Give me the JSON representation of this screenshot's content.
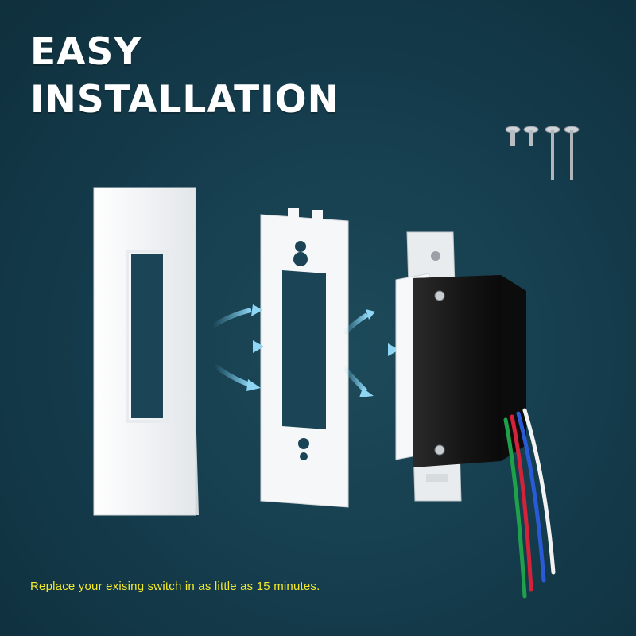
{
  "headline": {
    "line1": "EASY",
    "line2": "INSTALLATION"
  },
  "caption": "Replace your exising switch in as little as 15 minutes.",
  "colors": {
    "background": "#143b4b",
    "headline": "#ffffff",
    "caption": "#f2ea2a",
    "arrow": "#6ec6ea",
    "plate": "#f4f6f7",
    "switch_body": "#1a1a1a",
    "wire_green": "#1fa14a",
    "wire_red": "#d2233a",
    "wire_blue": "#2a5bd7",
    "wire_white": "#f2f2f2"
  },
  "illustration": {
    "parts": [
      "wall-plate",
      "sub-plate",
      "dimmer-switch",
      "screws",
      "wires"
    ],
    "screw_count": 4
  }
}
